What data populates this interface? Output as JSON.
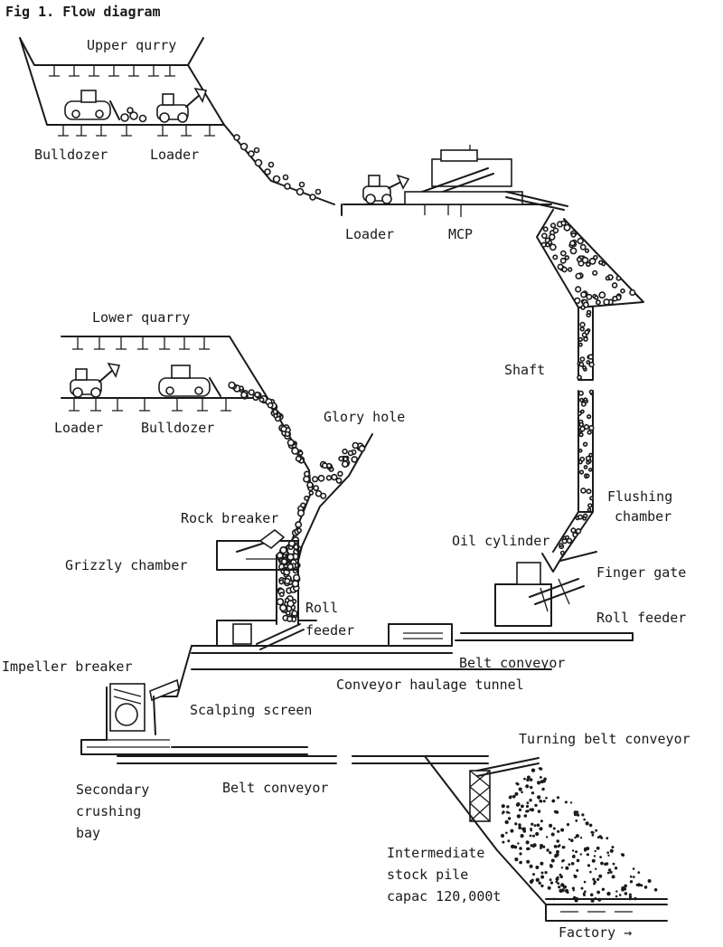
{
  "figure": {
    "title": "Fig 1. Flow diagram",
    "labels": {
      "upper_quarry": "Upper qurry",
      "bulldozer_upper": "Bulldozer",
      "loader_upper": "Loader",
      "loader_mcp": "Loader",
      "mcp": "MCP",
      "lower_quarry": "Lower quarry",
      "loader_lower": "Loader",
      "bulldozer_lower": "Bulldozer",
      "glory_hole": "Glory hole",
      "shaft": "Shaft",
      "flushing_chamber_1": "Flushing",
      "flushing_chamber_2": "chamber",
      "rock_breaker": "Rock breaker",
      "grizzly_chamber": "Grizzly chamber",
      "oil_cylinder": "Oil cylinder",
      "finger_gate": "Finger gate",
      "roll_feeder_left_1": "Roll",
      "roll_feeder_left_2": "feeder",
      "roll_feeder_right": "Roll feeder",
      "belt_conveyor_tunnel": "Belt conveyor",
      "conveyor_haulage_tunnel": "Conveyor haulage tunnel",
      "impeller_breaker": "Impeller breaker",
      "scalping_screen": "Scalping screen",
      "turning_belt_conveyor": "Turning belt conveyor",
      "secondary_bay_1": "Secondary",
      "secondary_bay_2": "crushing",
      "secondary_bay_3": "bay",
      "belt_conveyor_bottom": "Belt conveyor",
      "stockpile_1": "Intermediate",
      "stockpile_2": "stock pile",
      "stockpile_3": "capac 120,000t",
      "factory": "Factory"
    },
    "symbols": {
      "factory_arrow": "→"
    }
  }
}
